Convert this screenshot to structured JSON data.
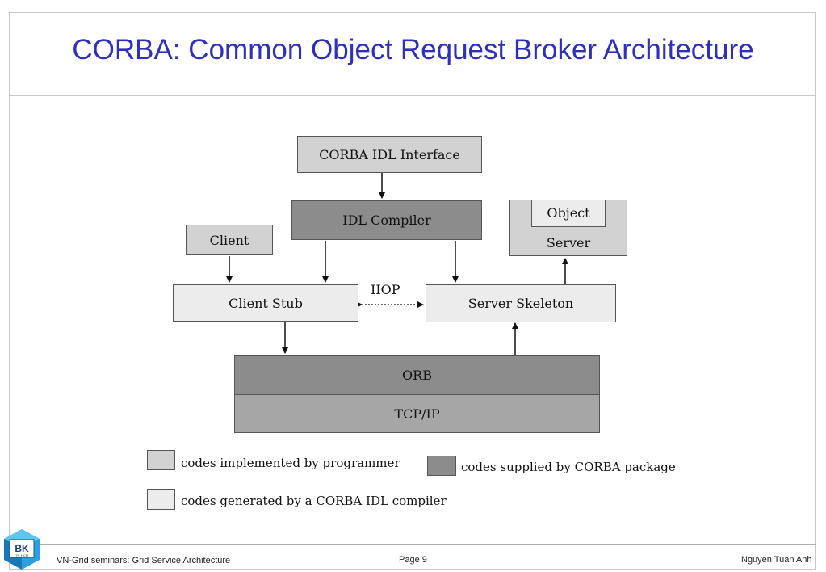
{
  "slide": {
    "title": "CORBA: Common Object Request Broker Architecture"
  },
  "diagram": {
    "idl_interface": "CORBA IDL Interface",
    "idl_compiler": "IDL Compiler",
    "client": "Client",
    "object": "Object",
    "server": "Server",
    "client_stub": "Client Stub",
    "iiop": "IIOP",
    "server_skeleton": "Server Skeleton",
    "orb": "ORB",
    "tcpip": "TCP/IP"
  },
  "legend": {
    "programmer": "codes implemented by programmer",
    "package": "codes supplied by CORBA package",
    "generated": "codes generated by a CORBA IDL compiler"
  },
  "footer": {
    "left": "VN-Grid seminars: Grid Service Architecture",
    "center": "Page 9",
    "right": "Nguyen Tuan Anh",
    "logo_text": "BK",
    "logo_subtext": "TP. HCM"
  },
  "colors": {
    "title": "#2f2fbf",
    "programmer_box": "#d2d2d2",
    "generated_box": "#ececec",
    "package_box": "#8c8c8c"
  }
}
